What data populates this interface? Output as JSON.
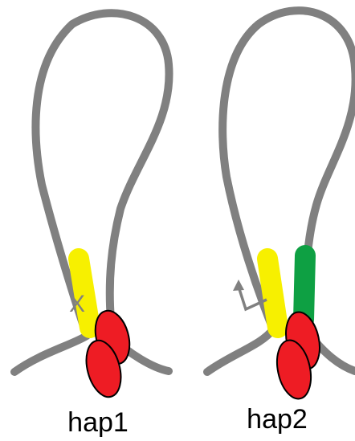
{
  "panels": [
    {
      "label": "hap1",
      "segment_color": "#f7f000",
      "mark": "X"
    },
    {
      "label": "hap2",
      "segment_color": "#f7f000",
      "second_segment_color": "#0ea043",
      "mark": "arrow"
    }
  ],
  "colors": {
    "loop": "#808080",
    "yellow": "#f7f000",
    "green": "#0ea043",
    "red": "#ee1c24",
    "outline": "#000000"
  }
}
